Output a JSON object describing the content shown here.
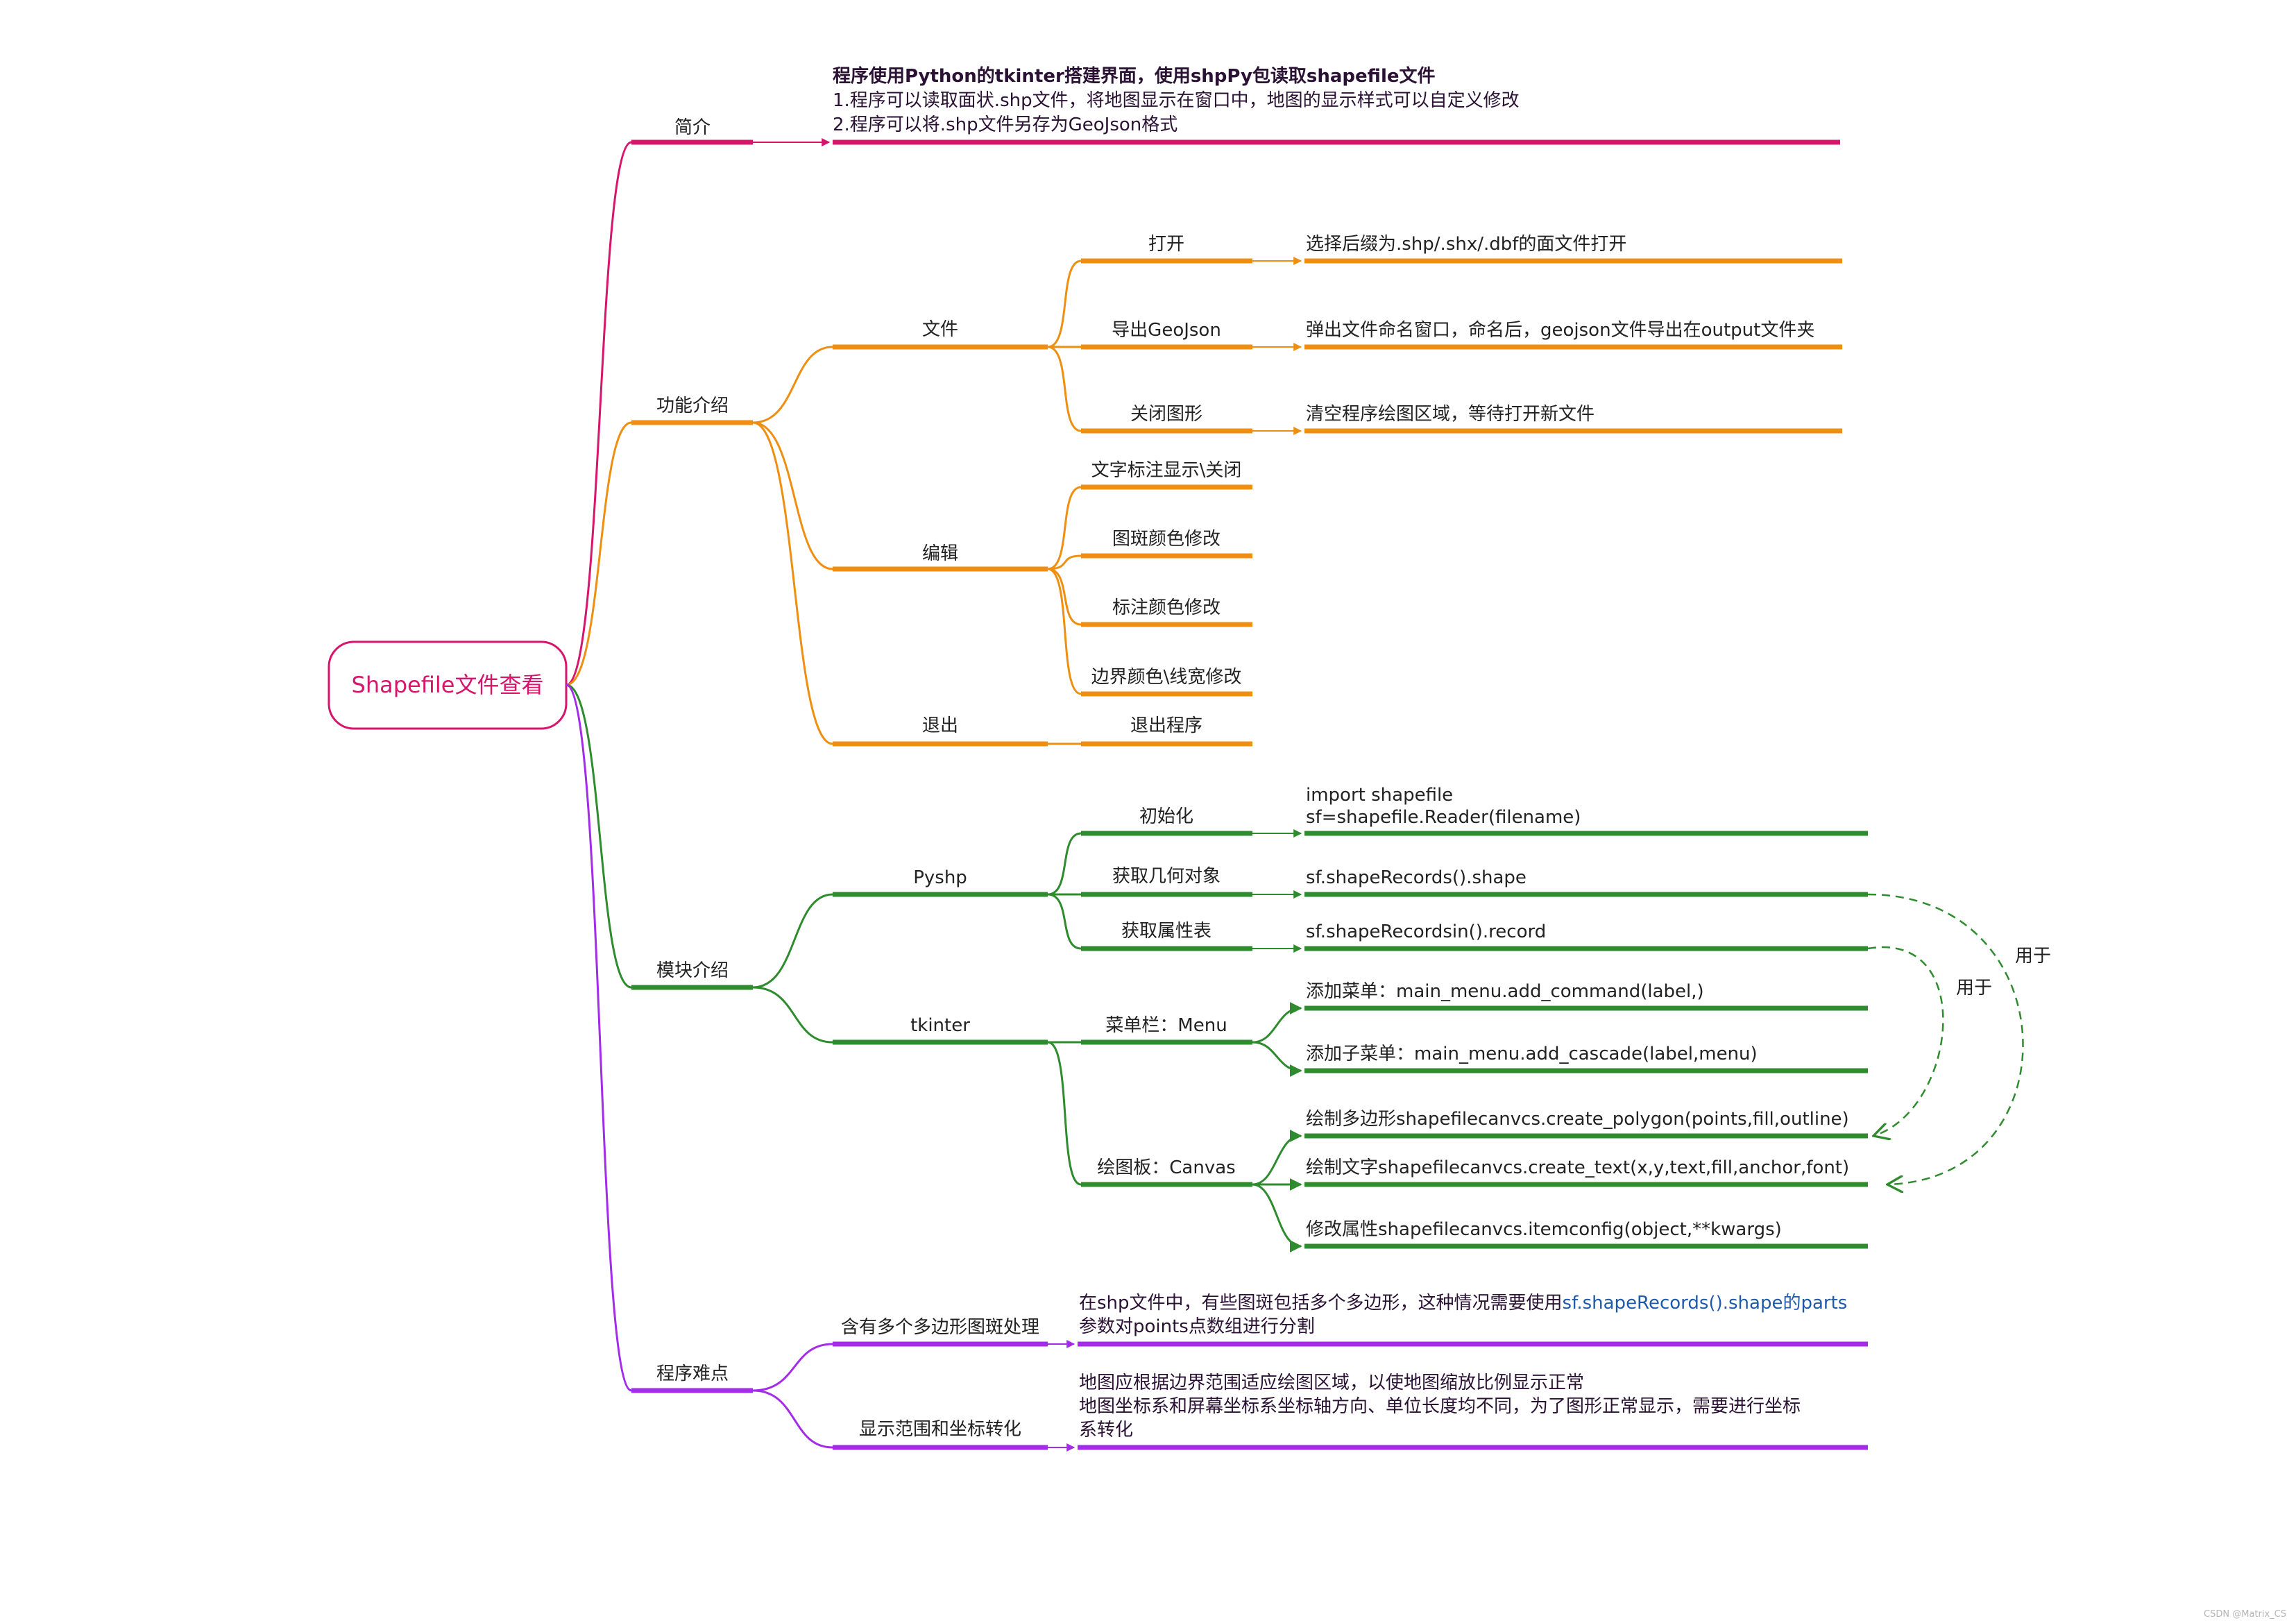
{
  "root": {
    "label": "Shapefile文件查看",
    "color": "#d6156c"
  },
  "colors": {
    "intro": "#d6156c",
    "features": "#ee8f12",
    "modules": "#2e8b2e",
    "difficulties": "#a32ce8",
    "text": "#222222",
    "dark_text": "#2b1235"
  },
  "intro": {
    "label": "简介",
    "heading": "程序使用Python的tkinter搭建界面，使用shpPy包读取shapefile文件",
    "line1": "1.程序可以读取面状.shp文件，将地图显示在窗口中，地图的显示样式可以自定义修改",
    "line2": "2.程序可以将.shp文件另存为GeoJson格式"
  },
  "features": {
    "label": "功能介绍",
    "file": {
      "label": "文件",
      "open": {
        "label": "打开",
        "desc": "选择后缀为.shp/.shx/.dbf的面文件打开"
      },
      "export": {
        "label": "导出GeoJson",
        "desc": "弹出文件命名窗口，命名后，geojson文件导出在output文件夹"
      },
      "close": {
        "label": "关闭图形",
        "desc": "清空程序绘图区域，等待打开新文件"
      }
    },
    "edit": {
      "label": "编辑",
      "items": [
        "文字标注显示\\关闭",
        "图斑颜色修改",
        "标注颜色修改",
        "边界颜色\\线宽修改"
      ]
    },
    "exit": {
      "label": "退出",
      "item": "退出程序"
    }
  },
  "modules": {
    "label": "模块介绍",
    "pyshp": {
      "label": "Pyshp",
      "init": {
        "label": "初始化",
        "code1": "import shapefile",
        "code2": "sf=shapefile.Reader(filename)"
      },
      "geometry": {
        "label": "获取几何对象",
        "code": "sf.shapeRecords().shape"
      },
      "attributes": {
        "label": "获取属性表",
        "code": "sf.shapeRecordsin().record"
      }
    },
    "tkinter": {
      "label": "tkinter",
      "menu": {
        "label": "菜单栏：Menu",
        "add_menu": "添加菜单：main_menu.add_command(label,)",
        "add_submenu": "添加子菜单：main_menu.add_cascade(label,menu)"
      },
      "canvas": {
        "label": "绘图板：Canvas",
        "polygon": "绘制多边形shapefilecanvcs.create_polygon(points,fill,outline)",
        "text": "绘制文字shapefilecanvcs.create_text(x,y,text,fill,anchor,font)",
        "config": "修改属性shapefilecanvcs.itemconfig(object,**kwargs)"
      }
    },
    "used_for_1": "用于",
    "used_for_2": "用于"
  },
  "difficulties": {
    "label": "程序难点",
    "multi": {
      "label": "含有多个多边形图斑处理",
      "desc1_pre": "在shp文件中，有些图斑包括多个多边形，这种情况需要使用",
      "desc1_code": "sf.shapeRecords().shape的parts",
      "desc2": "参数对points点数组进行分割"
    },
    "display": {
      "label": "显示范围和坐标转化",
      "desc1": "地图应根据边界范围适应绘图区域，以使地图缩放比例显示正常",
      "desc2": "地图坐标系和屏幕坐标系坐标轴方向、单位长度均不同，为了图形正常显示，需要进行坐标",
      "desc3": "系转化"
    }
  },
  "watermark": "CSDN @Matrix_CS"
}
